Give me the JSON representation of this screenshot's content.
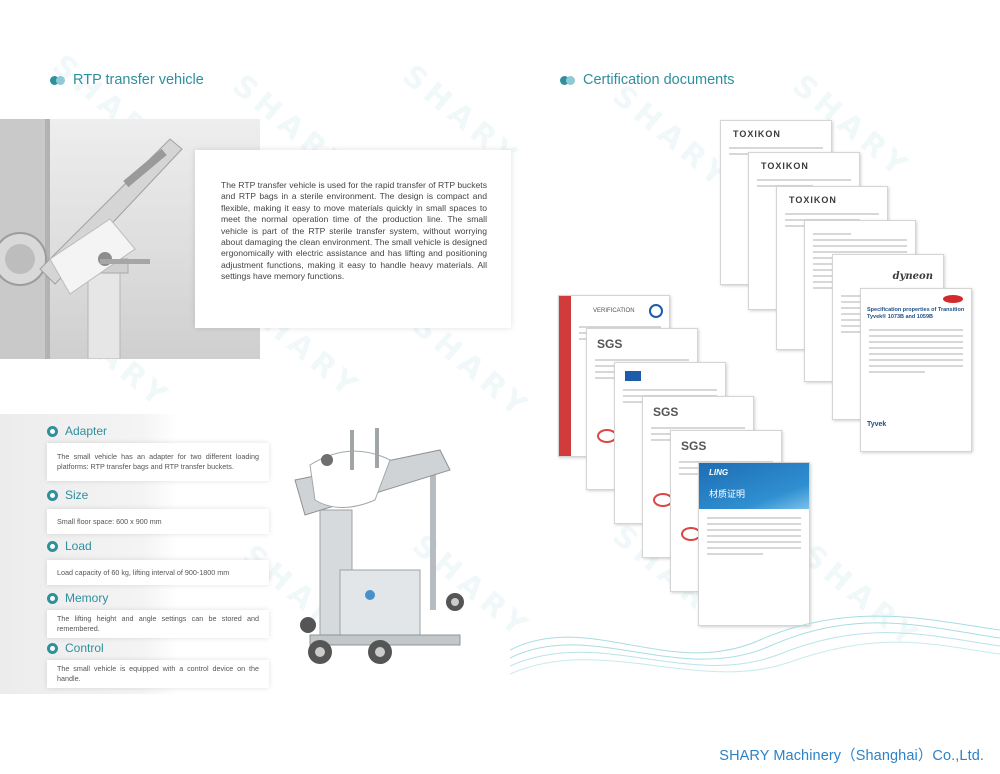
{
  "left": {
    "section_title": "RTP transfer vehicle",
    "intro": "The RTP transfer vehicle is used for the rapid transfer of RTP buckets and RTP bags in a sterile environment. The design is compact and flexible, making it easy to move materials quickly in small spaces to meet the normal operation time of the production line. The small vehicle is part of the RTP sterile transfer system, without worrying about damaging the clean environment. The small vehicle is designed ergonomically with electric assistance and has lifting and positioning adjustment functions, making it easy to handle heavy materials. All settings have memory functions.",
    "features": [
      {
        "title": "Adapter",
        "text": "The small vehicle has an adapter for two different loading platforms: RTP transfer bags and RTP transfer buckets."
      },
      {
        "title": "Size",
        "text": "Small floor space: 600 x 900 mm"
      },
      {
        "title": "Load",
        "text": "Load capacity of 60 kg, lifting interval of 900-1800 mm"
      },
      {
        "title": "Memory",
        "text": "The lifting height and angle settings can be stored and remembered."
      },
      {
        "title": "Control",
        "text": "The small vehicle is equipped with a control device on the handle."
      }
    ]
  },
  "right": {
    "section_title": "Certification documents",
    "docs": {
      "toxikon": "TOXIKON",
      "dyneon": "dyneon",
      "tyvek_title": "Specification properties of Transition Tyvek® 1073B and 1059B",
      "tyvek_brand": "Tyvek",
      "verification": "VERIFICATION",
      "sgs": "SGS",
      "ling_brand": "LING",
      "ling_title": "材质证明"
    }
  },
  "watermark": "SHARY",
  "footer": "SHARY Machinery（Shanghai）Co.,Ltd.",
  "colors": {
    "accent": "#2f8f9d",
    "footer": "#2d82c8"
  }
}
